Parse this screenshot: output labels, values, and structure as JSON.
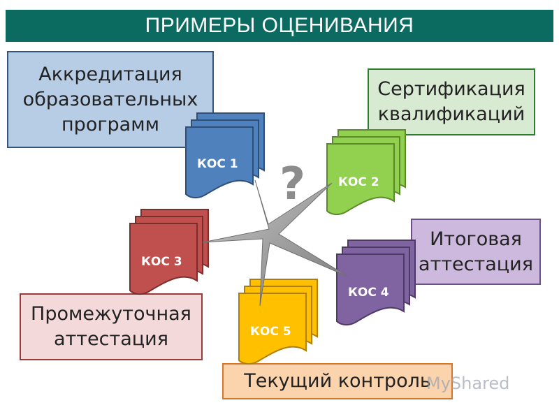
{
  "title": "ПРИМЕРЫ ОЦЕНИВАНИЯ",
  "boxes": {
    "accreditation": "Аккредитация\nобразовательных\nпрограмм",
    "certification": "Сертификация\nквалификаций",
    "final": "Итоговая\nаттестация",
    "intermediate": "Промежуточная\nаттестация",
    "current": "Текущий контроль"
  },
  "documents": [
    {
      "label": "КОС 1",
      "color": "#4f81bd"
    },
    {
      "label": "КОС 2",
      "color": "#92d050"
    },
    {
      "label": "КОС 3",
      "color": "#c0504d"
    },
    {
      "label": "КОС 4",
      "color": "#8064a2"
    },
    {
      "label": "КОС 5",
      "color": "#ffc000"
    }
  ],
  "center_symbol": "?",
  "watermark": "MyShared"
}
